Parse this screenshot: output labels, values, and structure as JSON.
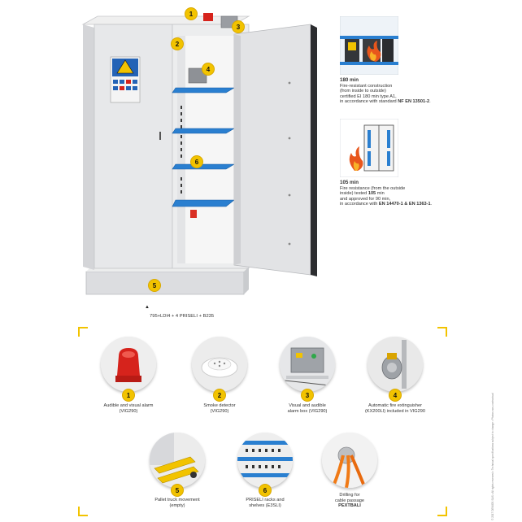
{
  "main_product": {
    "reference": "795+LDI4 + 4 PRISELI + B235",
    "badge_numbers": [
      "1",
      "2",
      "3",
      "4",
      "5",
      "6"
    ]
  },
  "certifications": [
    {
      "title": "180 min",
      "line1": "Fire-resistant construction",
      "line2": "(from inside to outside)",
      "line3": "certified EI 180 min type A1,",
      "line4_prefix": "in accordance with standard ",
      "line4_bold": "NF EN 13501-2",
      "line4_suffix": "."
    },
    {
      "title": "105 min",
      "line1": "Fire resistance (from the outside",
      "line2_prefix": "inside) tested ",
      "line2_bold": "105",
      "line2_suffix": " min",
      "line3": "and approved for 90 min,",
      "line4_prefix": "in accordance with ",
      "line4_bold": "EN 14470-1 & EN 1363-1",
      "line4_suffix": "."
    }
  ],
  "features": [
    {
      "number": "1",
      "line1": "Audible and visual alarm",
      "line2": "(VIG290)"
    },
    {
      "number": "2",
      "line1": "Smoke detector",
      "line2": "(VIG290)"
    },
    {
      "number": "3",
      "line1": "Visual and audible",
      "line2": "alarm box (VIG290)"
    },
    {
      "number": "4",
      "line1": "Automatic fire extinguisher",
      "line2": "(KX200LI) included in VIG290"
    },
    {
      "number": "5",
      "line1": "Pallet truck movement",
      "line2": "(empty)"
    },
    {
      "number": "6",
      "line1": "PRISELI racks and",
      "line2": "shelves (E3SLI)"
    },
    {
      "number": "",
      "line1": "Drilling for",
      "line2": "cable passage",
      "line3": "PEXTBALI"
    }
  ],
  "side_note": "© 2017 DENIOS SAS • All rights reserved • Technical specifications subject to change • Photos non-contractual",
  "colors": {
    "accent": "#f2c300",
    "shelf": "#2a7fd0",
    "cabinet": "#e9eaec"
  }
}
